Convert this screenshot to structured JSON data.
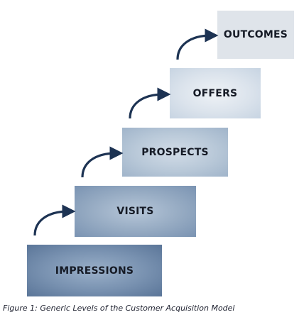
{
  "diagram": {
    "steps": [
      {
        "label": "IMPRESSIONS"
      },
      {
        "label": "VISITS"
      },
      {
        "label": "PROSPECTS"
      },
      {
        "label": "OFFERS"
      },
      {
        "label": "OUTCOMES"
      }
    ],
    "arrow_color": "#1d3353"
  },
  "caption": "Figure 1: Generic Levels of the Customer Acquisition Model"
}
